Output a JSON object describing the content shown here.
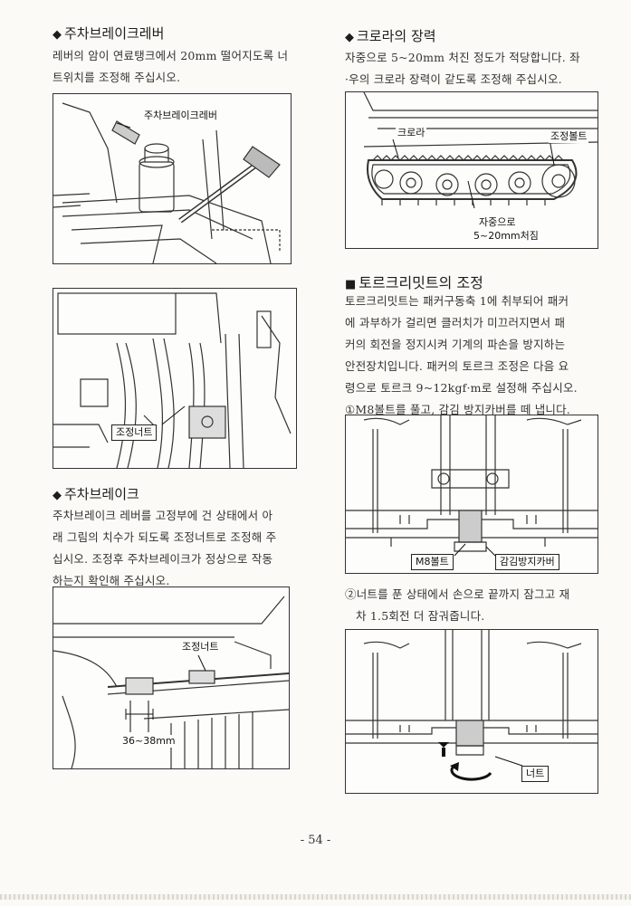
{
  "left": {
    "parking_lever": {
      "title": "주차브레이크레버",
      "body": [
        "레버의 암이 연료탱크에서 20mm 떨어지도록 너",
        "트위치를 조정해 주십시오."
      ],
      "figure1_label": "주차브레이크레버",
      "figure2_label": "조정너트"
    },
    "parking_brake": {
      "title": "주차브레이크",
      "body": [
        "주차브레이크 레버를 고정부에 건 상태에서 아",
        "래 그림의 치수가 되도록 조정너트로 조정해 주",
        "십시오. 조정후 주차브레이크가 정상으로 작동",
        "하는지 확인해 주십시오."
      ],
      "figure_label": "조정너트",
      "dimension": "36~38mm"
    }
  },
  "right": {
    "crawler": {
      "title": "크로라의 장력",
      "body": [
        "자중으로 5~20mm 처진 정도가 적당합니다. 좌",
        "·우의 크로라 장력이 같도록 조정해 주십시오."
      ],
      "label_crawler": "크로라",
      "label_bolt": "조정볼트",
      "label_sag_1": "자중으로",
      "label_sag_2": "5~20mm처짐"
    },
    "torque_limiter": {
      "title": "토르크리밋트의 조정",
      "body": [
        "토르크리밋트는 패커구동축 1에 취부되어 패커",
        "에 과부하가 걸리면 클러치가 미끄러지면서 패",
        "커의 회전을 정지시켜 기계의 파손을 방지하는",
        "안전장치입니다. 패커의 토르크 조정은 다음 요",
        "령으로 토르크 9~12kgf·m로 설정해 주십시오."
      ],
      "step1": "①M8볼트를 풀고, 감김 방지카버를 떼 냅니다.",
      "label_m8": "M8볼트",
      "label_cover": "감김방지카버",
      "step2": [
        "②너트를 푼 상태에서 손으로 끝까지 잠그고 재",
        "차 1.5회전 더 잠궈줍니다."
      ],
      "label_nut": "너트"
    }
  },
  "page_number": "- 54 -"
}
